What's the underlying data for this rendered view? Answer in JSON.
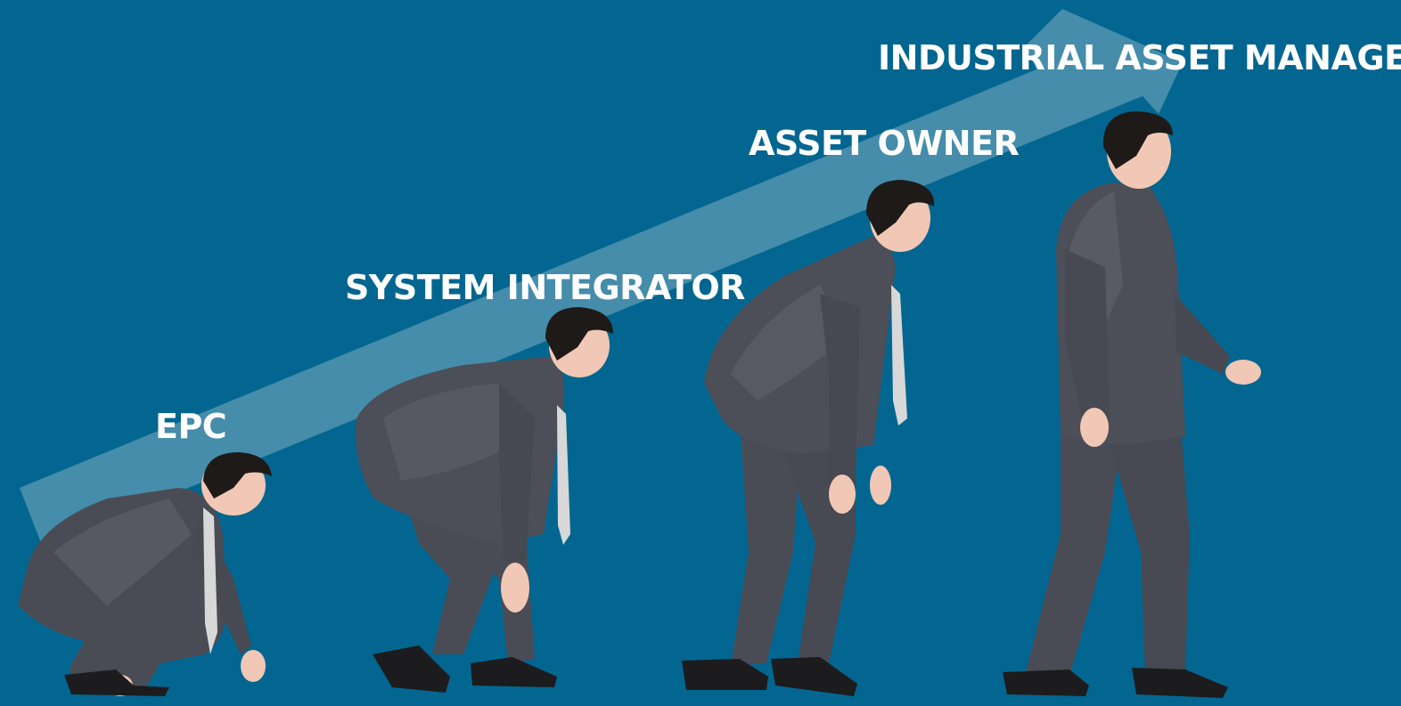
{
  "background_color": "#036690",
  "arrow_color": "#4b90ad",
  "suit_color": "#4a4c55",
  "stages": [
    {
      "label": "EPC",
      "figure": "crouching-businessman-figure"
    },
    {
      "label": "SYSTEM INTEGRATOR",
      "figure": "stooped-businessman-figure"
    },
    {
      "label": "ASSET OWNER",
      "figure": "leaning-businessman-figure"
    },
    {
      "label": "INDUSTRIAL ASSET MANAGER",
      "figure": "upright-businessman-figure"
    }
  ]
}
